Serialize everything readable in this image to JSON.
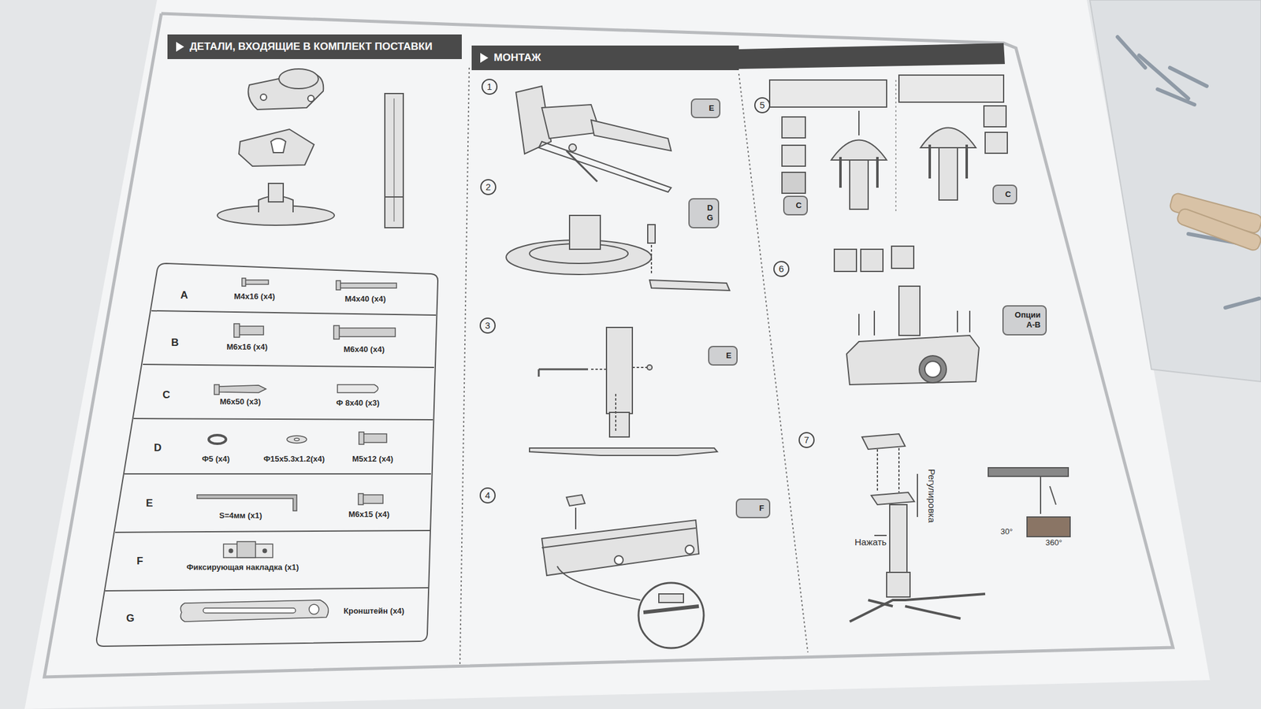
{
  "diagram": {
    "nodes": [
      {
        "text": [
          "ДЕТАЛИ, ВХОДЯЩИЕ В КОМПЛЕКТ ПОСТАВКИ"
        ]
      },
      {
        "text": [
          "МОНТАЖ"
        ]
      },
      {
        "text": [
          "E"
        ]
      },
      {
        "text": [
          "D",
          "G"
        ]
      },
      {
        "text": [
          "E"
        ]
      },
      {
        "text": [
          "F"
        ]
      },
      {
        "text": [
          "C"
        ]
      },
      {
        "text": [
          "C"
        ]
      },
      {
        "text": [
          "Опции",
          "A-B"
        ]
      }
    ],
    "labels": [
      "A",
      "M4x16 (x4)",
      "M4x40 (x4)",
      "B",
      "M6x16 (x4)",
      "M6x40 (x4)",
      "C",
      "M6x50 (x3)",
      "Ф 8x40 (x3)",
      "D",
      "Ф5 (x4)",
      "Ф15x5.3x1.2(x4)",
      "M5x12 (x4)",
      "E",
      "S=4мм (x1)",
      "M6x15 (x4)",
      "F",
      "Фиксирующая накладка (x1)",
      "G",
      "Кронштейн (x4)",
      "1",
      "2",
      "3",
      "4",
      "5",
      "6",
      "7",
      "Регулировка",
      "Нажать",
      "30°",
      "360°"
    ]
  }
}
